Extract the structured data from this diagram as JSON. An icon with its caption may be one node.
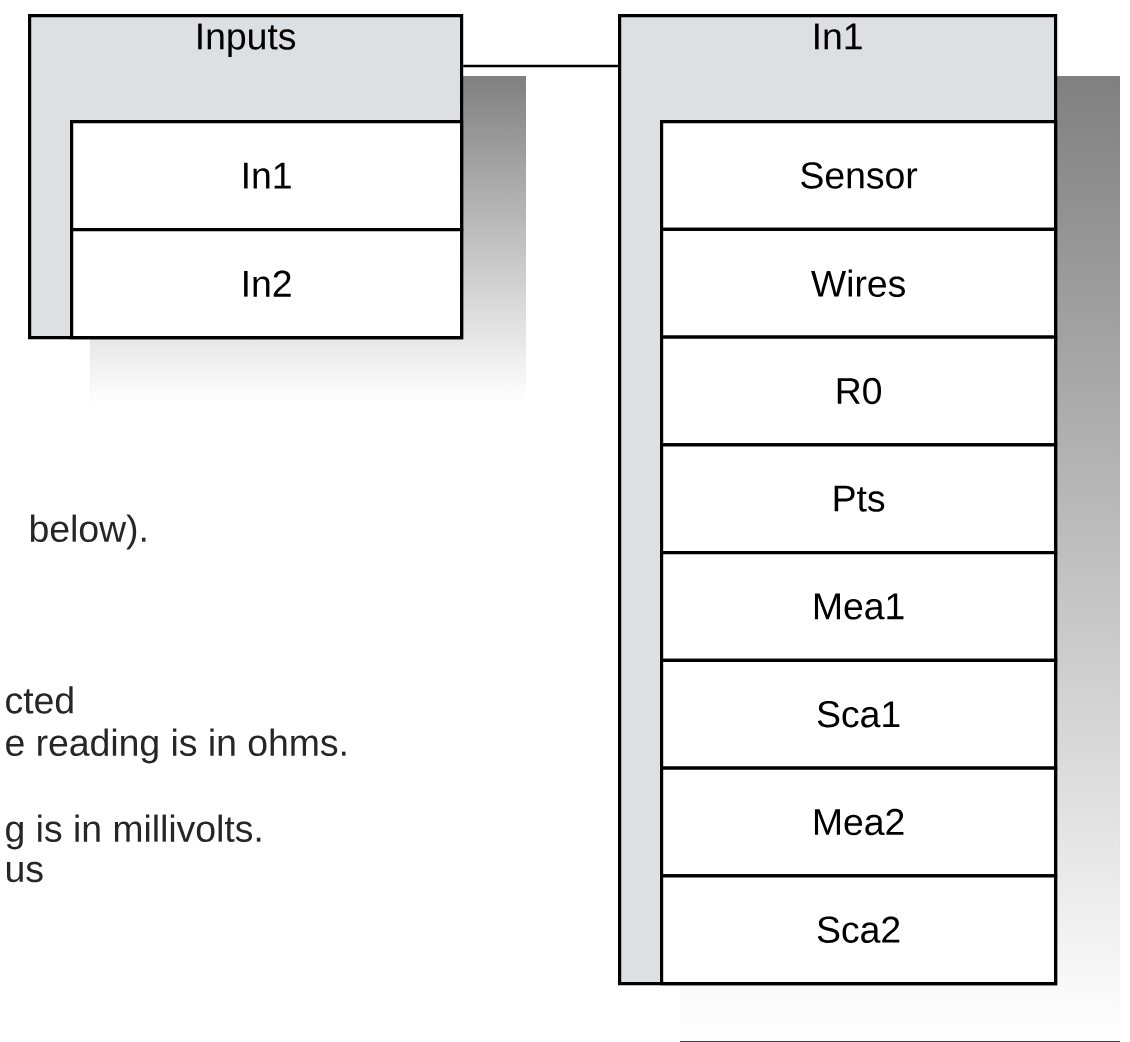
{
  "diagram": {
    "nodes": [
      {
        "text": [
          "Inputs"
        ]
      },
      {
        "text": [
          "In1"
        ],
        "in": 0
      },
      {
        "text": [
          "In2"
        ],
        "in": 0
      },
      {
        "text": [
          "In1"
        ]
      },
      {
        "text": [
          "Sensor"
        ],
        "in": 3
      },
      {
        "text": [
          "Wires"
        ],
        "in": 3
      },
      {
        "text": [
          "R0"
        ],
        "in": 3
      },
      {
        "text": [
          "Pts"
        ],
        "in": 3
      },
      {
        "text": [
          "Mea1"
        ],
        "in": 3
      },
      {
        "text": [
          "Sca1"
        ],
        "in": 3
      },
      {
        "text": [
          "Mea2"
        ],
        "in": 3
      },
      {
        "text": [
          "Sca2"
        ],
        "in": 3
      }
    ],
    "edges": [
      {
        "from": 0,
        "to": 3,
        "arrow": "none"
      }
    ],
    "labels": [
      "below).",
      "cted",
      "e reading is in ohms.",
      "g is in millivolts.",
      "us"
    ]
  }
}
